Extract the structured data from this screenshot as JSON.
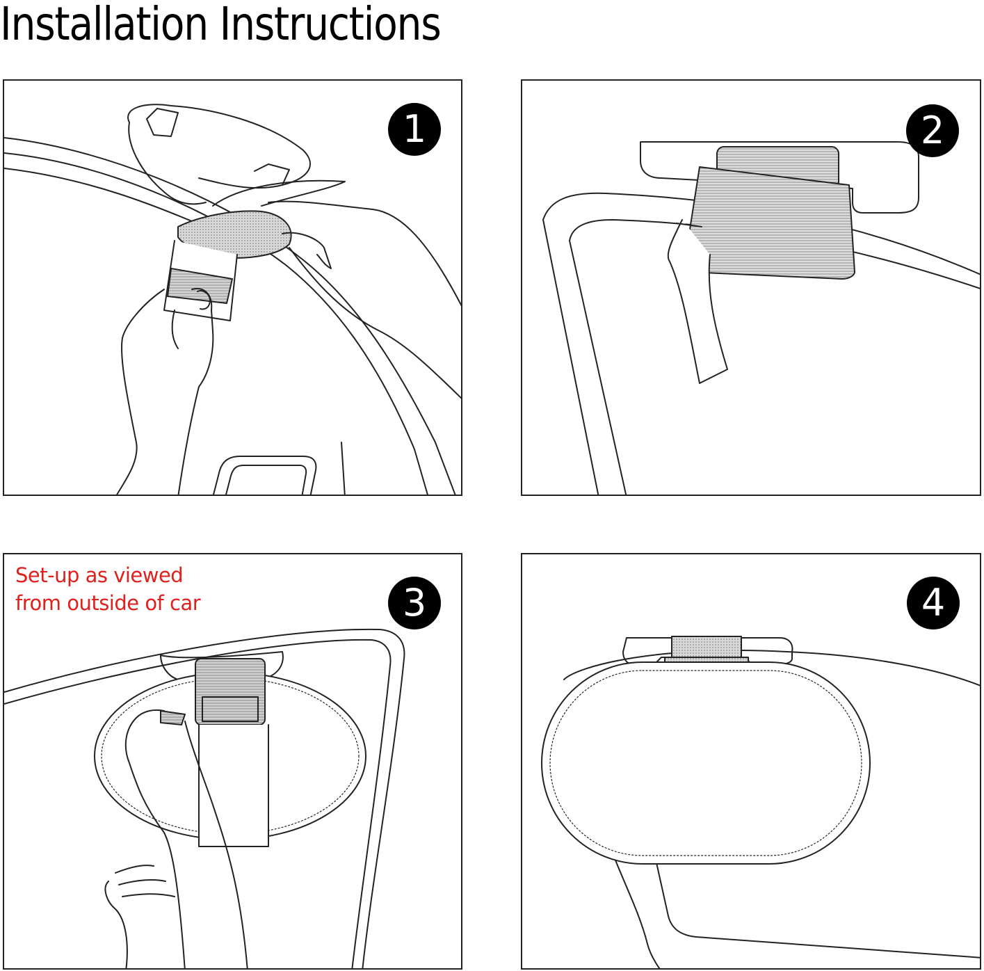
{
  "page": {
    "title": "Installation Instructions"
  },
  "steps": [
    {
      "number": "1"
    },
    {
      "number": "2"
    },
    {
      "number": "3",
      "note_line1": "Set-up as viewed",
      "note_line2": "from outside of car"
    },
    {
      "number": "4"
    }
  ],
  "colors": {
    "line": "#222222",
    "note": "#e0201c",
    "pad": "#bfbfbf"
  }
}
